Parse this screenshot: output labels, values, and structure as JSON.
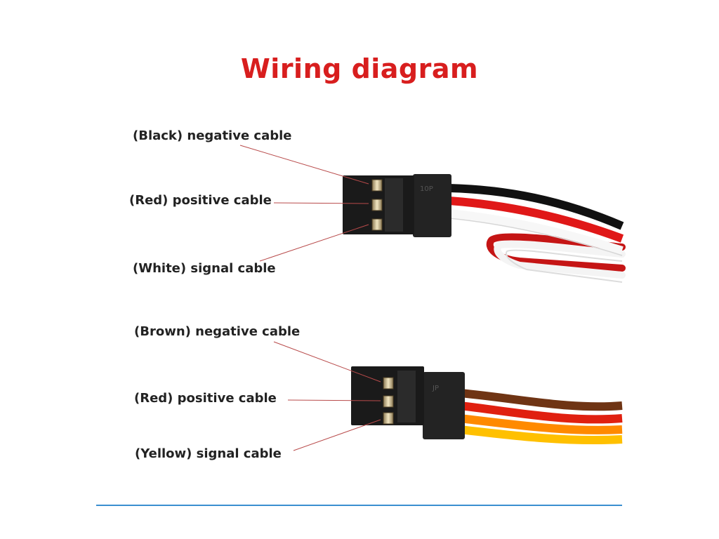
{
  "title": "Wiring diagram",
  "connector_top": {
    "mark": "10P",
    "labels": {
      "negative": "(Black) negative cable",
      "positive": "(Red) positive cable",
      "signal": "(White) signal cable"
    },
    "wire_colors": [
      "#111111",
      "#e01818",
      "#ffffff"
    ]
  },
  "connector_bottom": {
    "mark": "JP",
    "labels": {
      "negative": "(Brown) negative cable",
      "positive": "(Red) positive cable",
      "signal": "(Yellow) signal cable"
    },
    "wire_colors": [
      "#7a3a1a",
      "#e02010",
      "#ffb000"
    ]
  },
  "colors": {
    "title": "#d81e1e",
    "leader_line": "#b84a4a",
    "rule": "#3a8fd0",
    "connector_body": "#1d1d1d"
  }
}
